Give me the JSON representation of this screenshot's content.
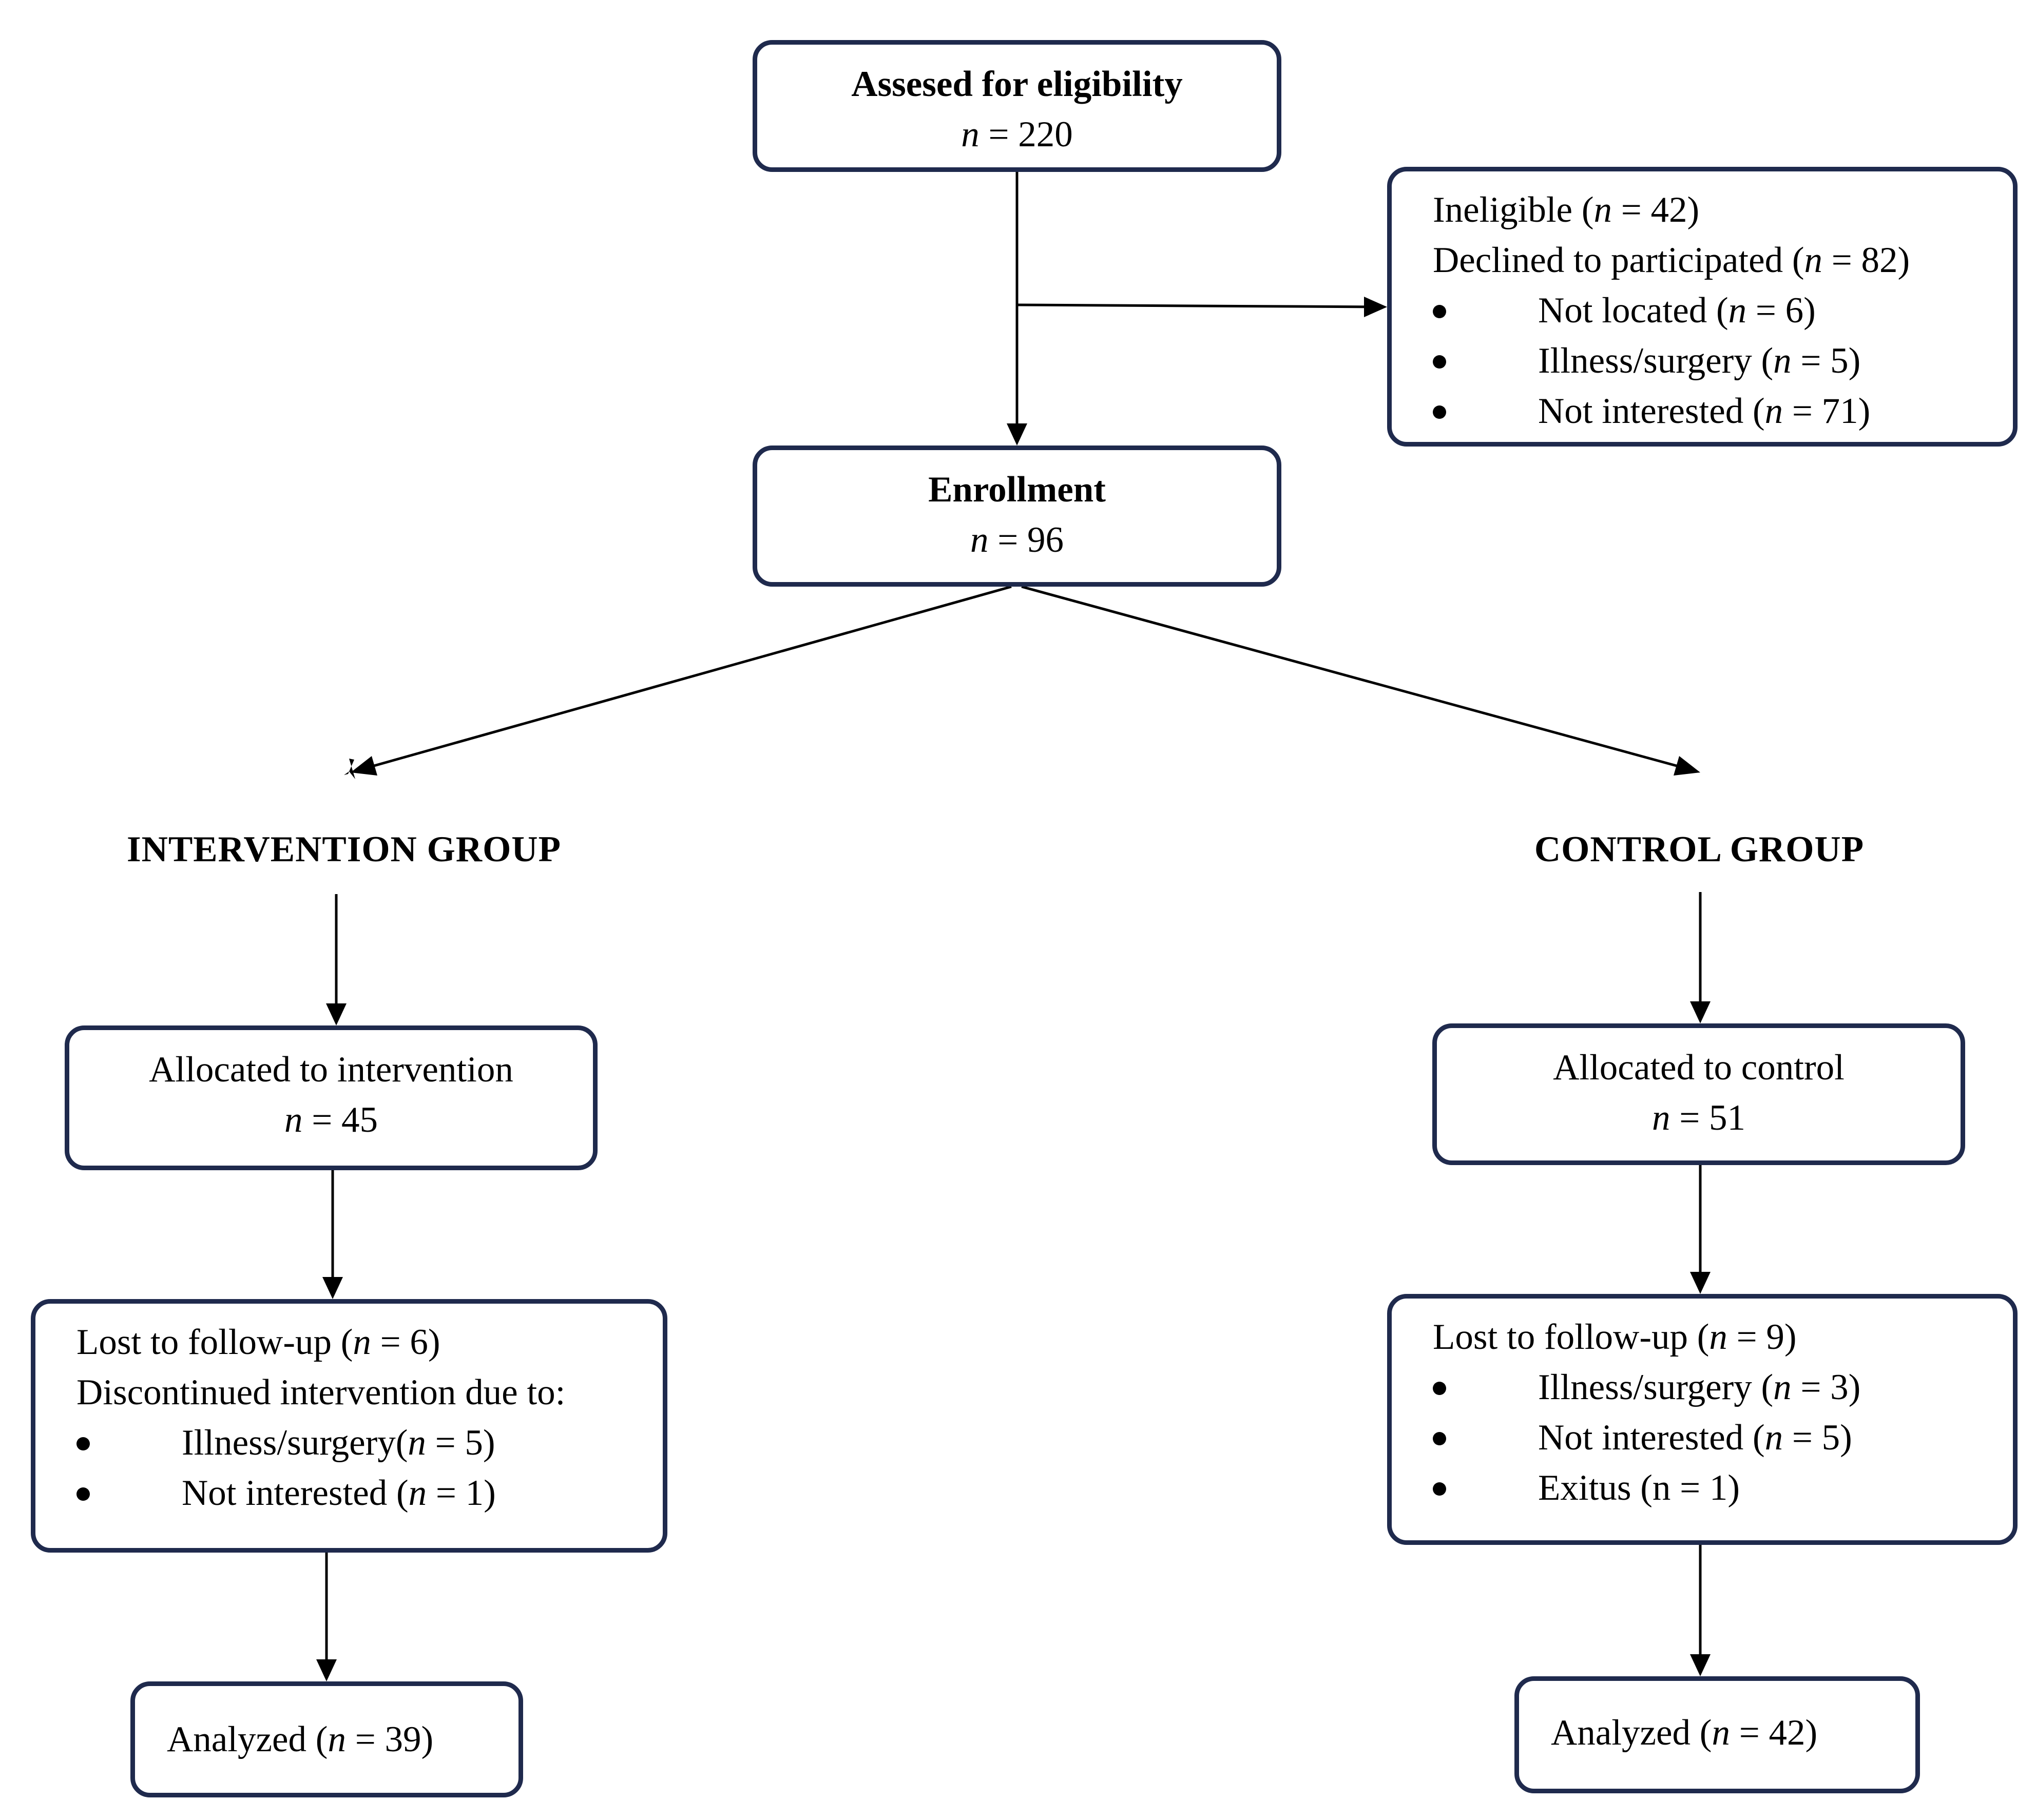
{
  "colors": {
    "box_border": "#1f2a4d",
    "arrow": "#000000"
  },
  "eligibility": {
    "title": "Assesed for eligibility",
    "n": "n = 220"
  },
  "excluded": {
    "ineligible": "Ineligible (n = 42)",
    "declined": "Declined to participated (n = 82)",
    "reasons": [
      "Not located (n = 6)",
      "Illness/surgery  (n = 5)",
      "Not interested (n = 71)"
    ]
  },
  "enrollment": {
    "title": "Enrollment",
    "n": "n = 96"
  },
  "intervention": {
    "group_label": "INTERVENTION  GROUP",
    "allocated_title": "Allocated to intervention",
    "allocated_n": "n = 45",
    "lost": "Lost to follow-up (n = 6)",
    "discontinued": "Discontinued intervention due to:",
    "reasons": [
      "Illness/surgery(n  = 5)",
      "Not interested  (n = 1)"
    ],
    "analyzed": "Analyzed  (n = 39)"
  },
  "control": {
    "group_label": "CONTROL GROUP",
    "allocated_title": "Allocated to control",
    "allocated_n": "n = 51",
    "lost": "Lost to follow-up (n = 9)",
    "reasons": [
      "Illness/surgery  (n = 3)",
      "Not interested (n = 5)",
      "Exitus  (n = 1)"
    ],
    "analyzed": "Analyzed  (n = 42)"
  }
}
